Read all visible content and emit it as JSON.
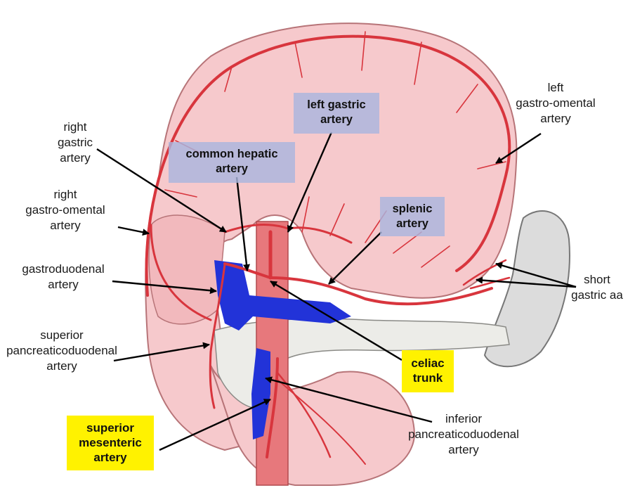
{
  "labels": {
    "right_gastric": "right\ngastric\nartery",
    "right_gastro_omental": "right\ngastro-omental\nartery",
    "gastroduodenal": "gastroduodenal\nartery",
    "superior_pancreaticoduodenal": "superior\npancreaticoduodenal\nartery",
    "left_gastro_omental": "left\ngastro-omental\nartery",
    "short_gastric": "short\ngastric aa",
    "inferior_pancreaticoduodenal": "inferior\npancreaticoduodenal\nartery"
  },
  "boxes": {
    "left_gastric": "left gastric\nartery",
    "common_hepatic": "common hepatic\nartery",
    "splenic": "splenic\nartery",
    "celiac_trunk": "celiac\ntrunk",
    "superior_mesenteric": "superior\nmesenteric\nartery"
  },
  "colors": {
    "stomach": "#f6c9cc",
    "artery": "#d8353d",
    "vein": "#2233d8",
    "pancreas": "#ecece8",
    "spleen": "#dcdcdc",
    "blue_box": "#aab6de",
    "yellow_box": "#fff200"
  }
}
